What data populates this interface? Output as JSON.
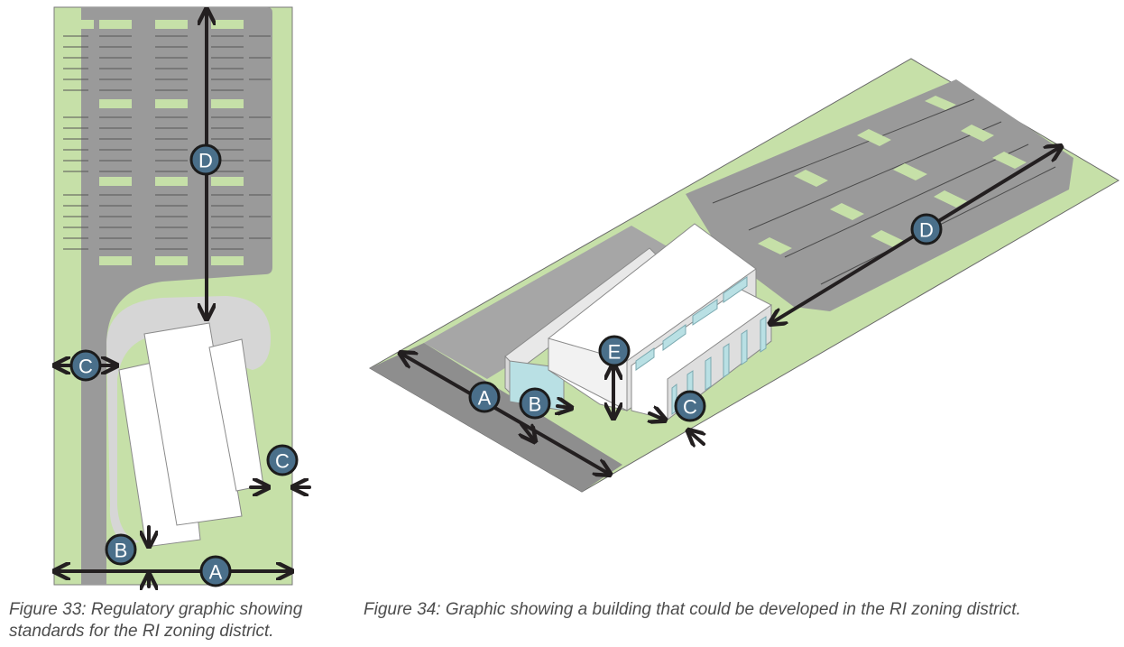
{
  "figure33": {
    "caption": "Figure 33: Regulatory graphic showing standards for the RI zoning district.",
    "labels": {
      "A": "A",
      "B": "B",
      "C1": "C",
      "C2": "C",
      "D": "D"
    }
  },
  "figure34": {
    "caption": "Figure 34: Graphic showing a building that could be developed in the RI zoning district.",
    "labels": {
      "A": "A",
      "B": "B",
      "C": "C",
      "D": "D",
      "E": "E"
    }
  },
  "colors": {
    "lawn": "#c6e0a8",
    "pavement": "#9a9a9a",
    "walk": "#d6d6d6",
    "building": "#ffffff",
    "badge": "#4a6f8a",
    "arrow": "#231f20",
    "glass": "#b9e0e4"
  }
}
